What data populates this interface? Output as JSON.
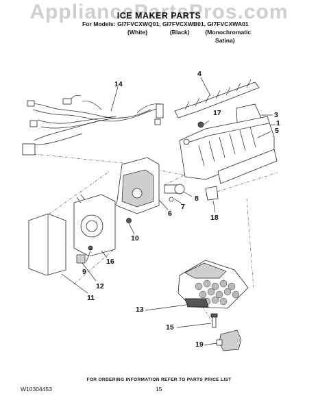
{
  "watermark": "AppliancePartsPros.com",
  "header": {
    "title": "ICE MAKER PARTS",
    "models_line": "For Models: GI7FVCXWQ01, GI7FVCXWB01, GI7FVCXWA01",
    "color_white": "(White)",
    "color_black": "(Black)",
    "color_mono": "(Monochromatic",
    "color_mono_2": "Satina)"
  },
  "callouts": {
    "c1": "1",
    "c3": "3",
    "c4": "4",
    "c5": "5",
    "c6": "6",
    "c7": "7",
    "c8": "8",
    "c9": "9",
    "c10": "10",
    "c11": "11",
    "c12": "12",
    "c13": "13",
    "c14": "14",
    "c15": "15",
    "c16": "16",
    "c17": "17",
    "c18": "18",
    "c19": "19"
  },
  "footer": {
    "ordering_note": "FOR ORDERING INFORMATION REFER TO PARTS PRICE LIST",
    "doc_number": "W10304453",
    "page_number": "15"
  }
}
